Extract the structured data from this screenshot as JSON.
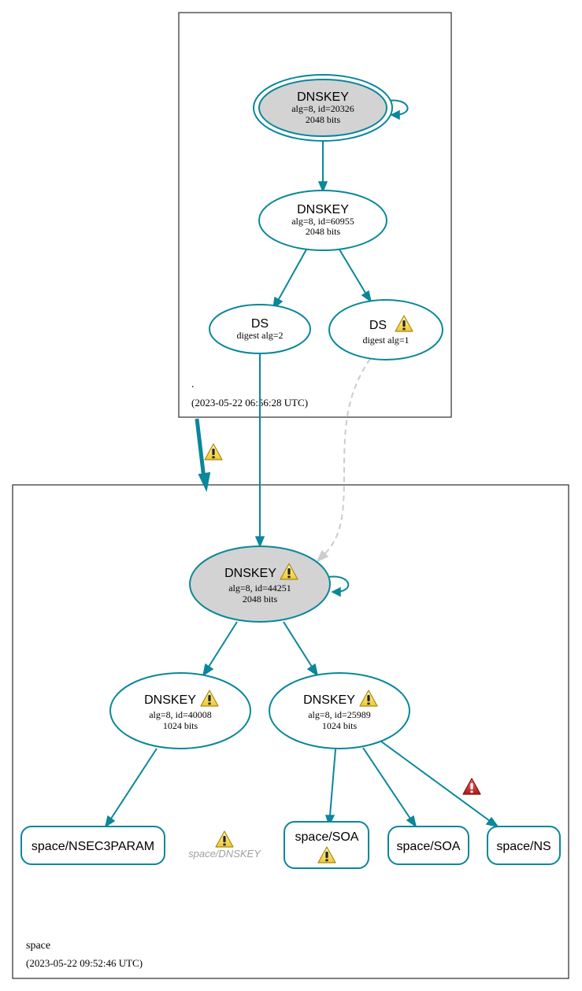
{
  "zones": {
    "root": {
      "name": ".",
      "timestamp": "(2023-05-22 06:56:28 UTC)"
    },
    "space": {
      "name": "space",
      "timestamp": "(2023-05-22 09:52:46 UTC)"
    }
  },
  "nodes": {
    "root_ksk": {
      "title": "DNSKEY",
      "detail1": "alg=8, id=20326",
      "detail2": "2048 bits"
    },
    "root_zsk": {
      "title": "DNSKEY",
      "detail1": "alg=8, id=60955",
      "detail2": "2048 bits"
    },
    "ds_2": {
      "title": "DS",
      "detail1": "digest alg=2"
    },
    "ds_1": {
      "title": "DS",
      "detail1": "digest alg=1"
    },
    "space_ksk": {
      "title": "DNSKEY",
      "detail1": "alg=8, id=44251",
      "detail2": "2048 bits"
    },
    "space_zsk_a": {
      "title": "DNSKEY",
      "detail1": "alg=8, id=40008",
      "detail2": "1024 bits"
    },
    "space_zsk_b": {
      "title": "DNSKEY",
      "detail1": "alg=8, id=25989",
      "detail2": "1024 bits"
    },
    "nsec3param": {
      "title": "space/NSEC3PARAM"
    },
    "dnskey_rrset": {
      "title": "space/DNSKEY"
    },
    "soa_warn": {
      "title": "space/SOA"
    },
    "soa": {
      "title": "space/SOA"
    },
    "ns": {
      "title": "space/NS"
    }
  },
  "colors": {
    "edge": "#0a879a",
    "trusted_fill": "#d3d3d3",
    "dashed_edge": "#cccccc",
    "warning_fill": "#f5d65a",
    "error_fill": "#c8282c",
    "muted_text": "#a0a0a0"
  },
  "icons": {
    "warning": "warning-icon",
    "error": "error-icon"
  }
}
